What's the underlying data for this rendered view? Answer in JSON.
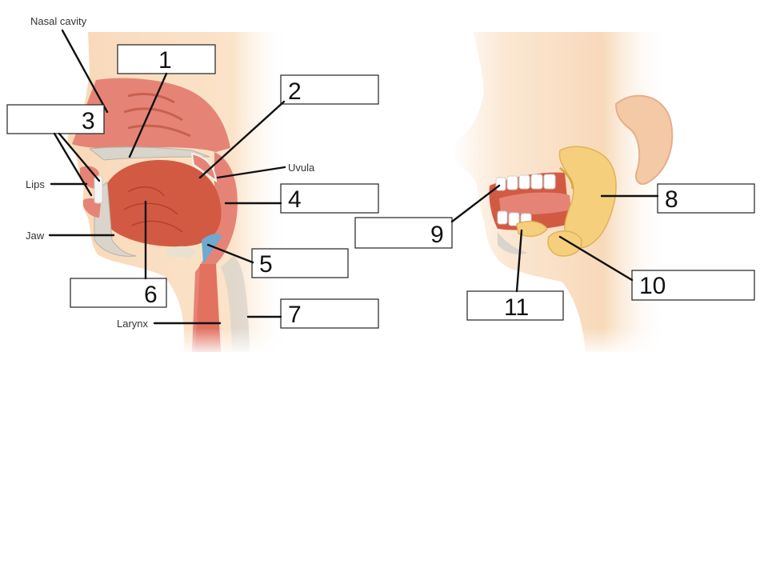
{
  "text_labels": {
    "nasal_cavity": "Nasal cavity",
    "uvula": "Uvula",
    "lips": "Lips",
    "jaw": "Jaw",
    "larynx": "Larynx"
  },
  "number_boxes": [
    "1",
    "2",
    "3",
    "4",
    "5",
    "6",
    "7",
    "8",
    "9",
    "10",
    "11"
  ],
  "colors": {
    "skin": "#f8d9b9",
    "tissue_red": "#e58476",
    "tongue": "#d25a43",
    "bone": "#d9d4cc",
    "gland": "#f5cf7c",
    "epiglottis_blue": "#6fa9cf",
    "line": "#111111"
  }
}
